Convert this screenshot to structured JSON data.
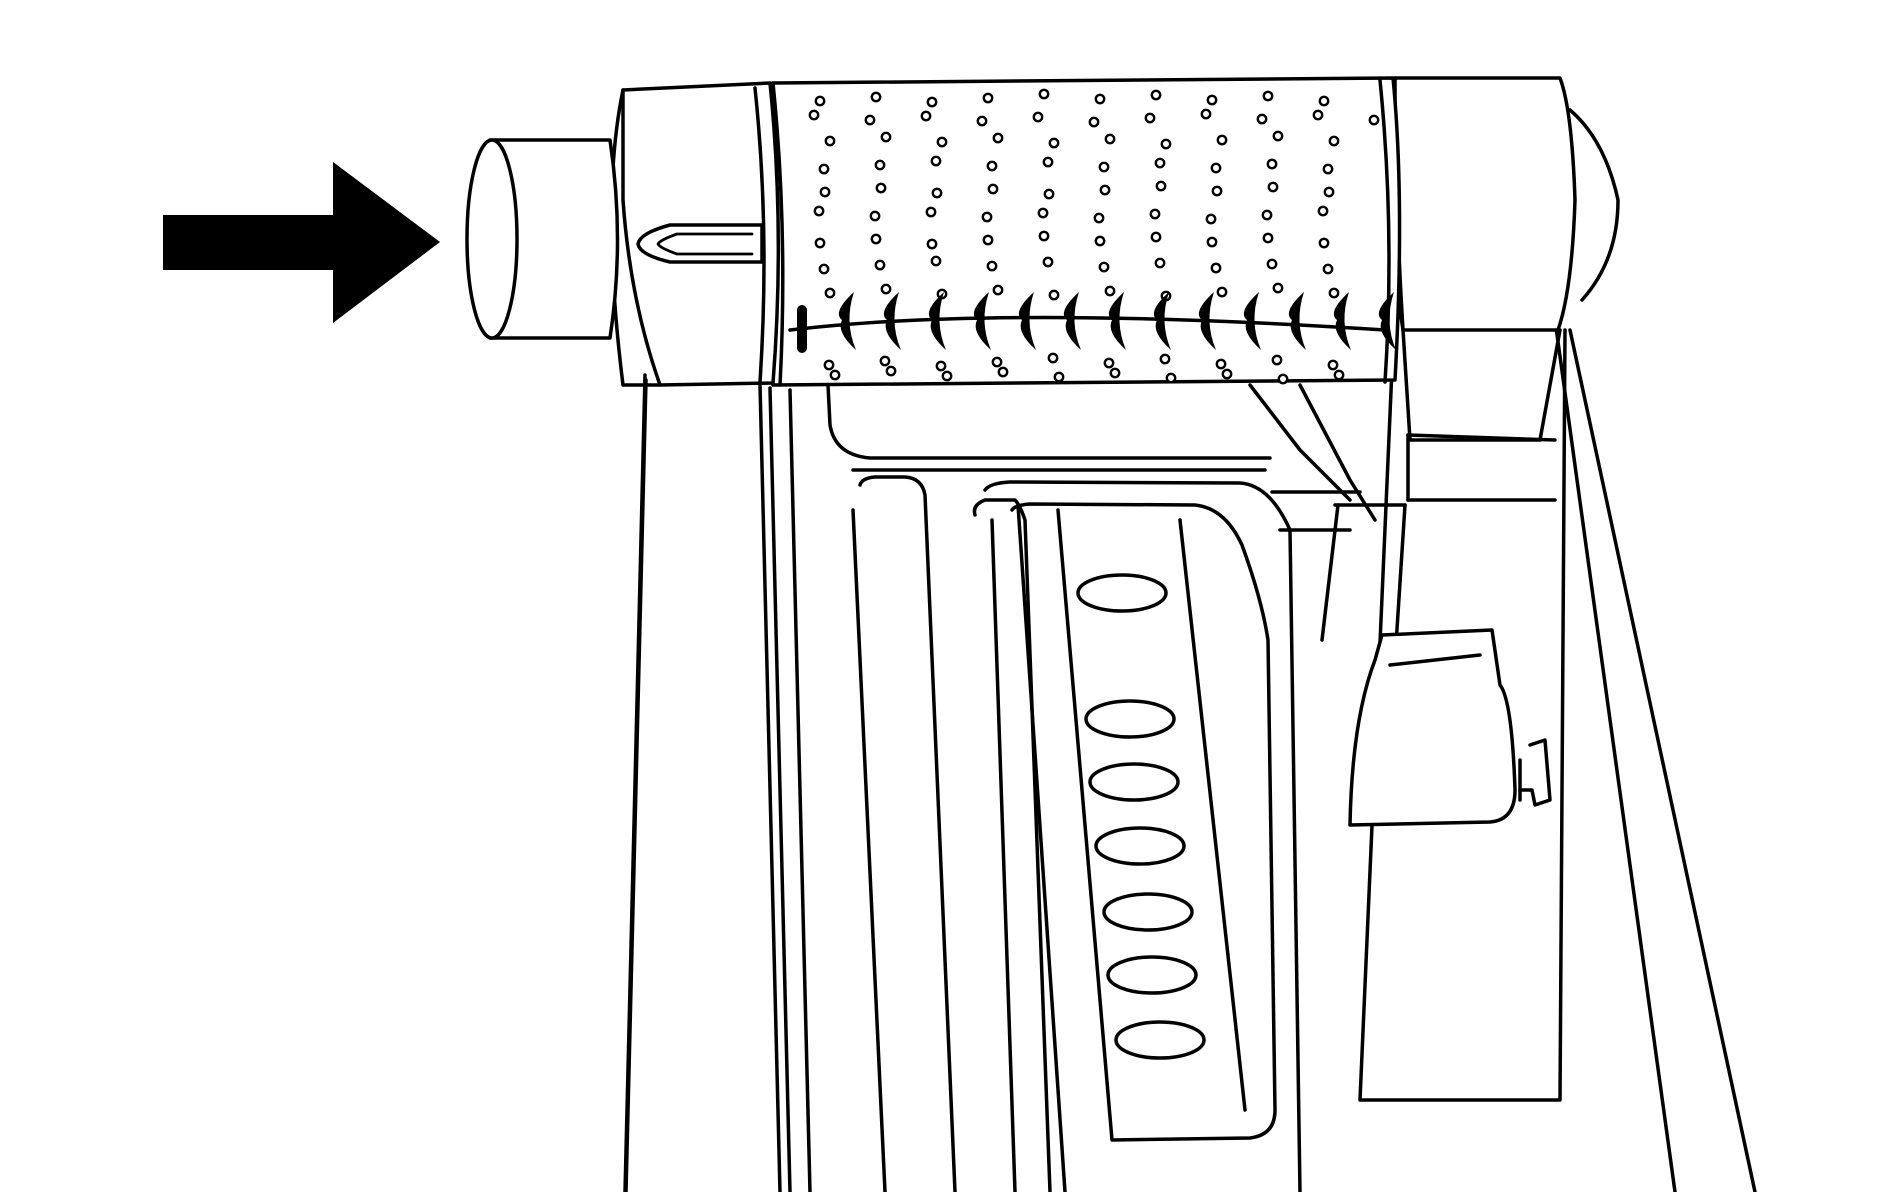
{
  "figure": {
    "text_labels": [],
    "arrow_direction": "right",
    "colors": {
      "ink": "#000000",
      "paper": "#ffffff"
    },
    "parts": {
      "shifter_knob_sleeve": "dotted-grip",
      "end_cap_indicator": "push-indicator-arrow"
    }
  }
}
